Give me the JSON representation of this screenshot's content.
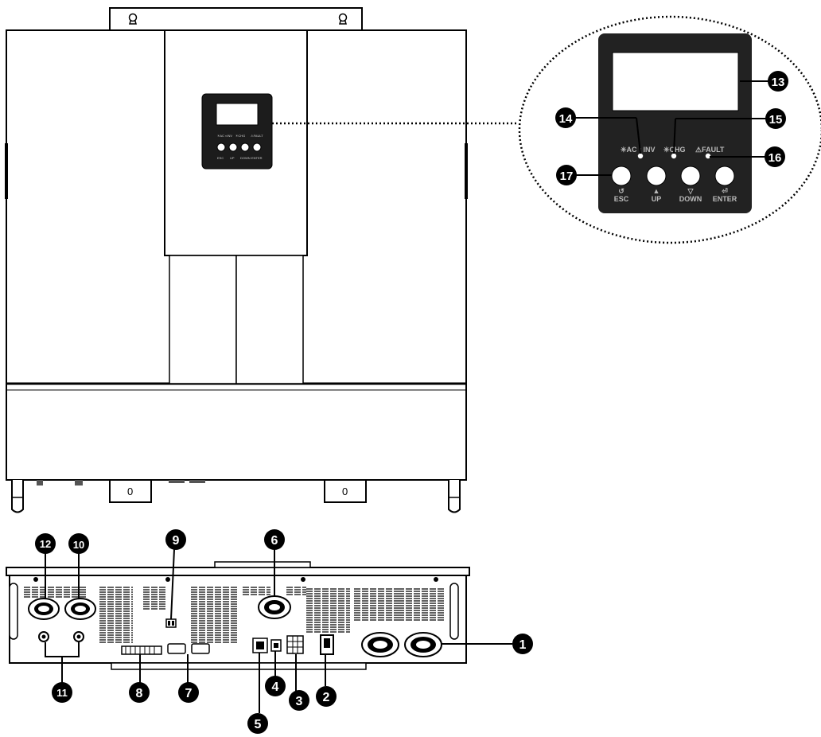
{
  "mount_labels": [
    "0",
    "0"
  ],
  "panel": {
    "led_labels": {
      "ac": "✳AC ◐INV",
      "chg": "✳CHG",
      "fault": "⚠FAULT"
    },
    "buttons": [
      {
        "symbol": "↺",
        "label": "ESC"
      },
      {
        "symbol": "▲",
        "label": "UP"
      },
      {
        "symbol": "▽",
        "label": "DOWN"
      },
      {
        "symbol": "⏎",
        "label": "ENTER"
      }
    ]
  },
  "callouts": [
    "1",
    "2",
    "3",
    "4",
    "5",
    "6",
    "7",
    "8",
    "9",
    "10",
    "11",
    "12",
    "13",
    "14",
    "15",
    "16",
    "17"
  ],
  "icons": [
    "keyhole-icon",
    "callout-badge-icon"
  ]
}
